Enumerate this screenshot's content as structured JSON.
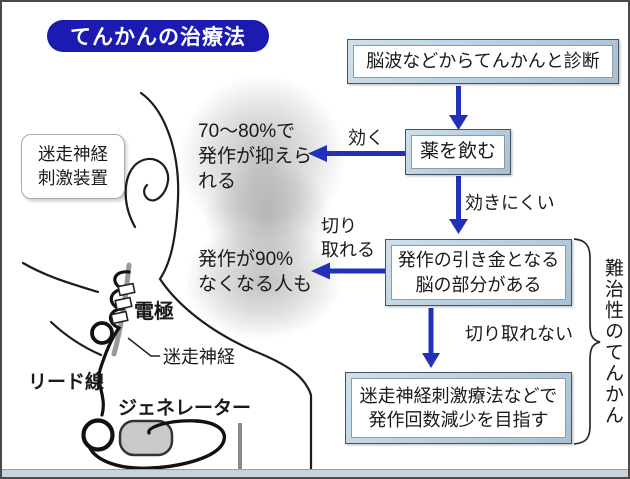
{
  "header": {
    "title": "てんかんの治療法"
  },
  "colors": {
    "title_bg": "#1b1bb2",
    "arrow_blue": "#2131b8",
    "box_frame": "#bcd2e2",
    "generator_fill": "#c9c9c9",
    "nerve_gray": "#999999"
  },
  "flowchart": {
    "box_diagnosis": "脳波などからてんかんと診断",
    "box_medicine": "薬を飲む",
    "box_trigger": {
      "line1": "発作の引き金となる",
      "line2": "脳の部分がある"
    },
    "box_vns": {
      "line1": "迷走神経刺激療法などで",
      "line2": "発作回数減少を目指す"
    },
    "label_works": "効く",
    "label_not_work": "効きにくい",
    "label_removable": {
      "line1": "切り",
      "line2": "取れる"
    },
    "label_not_removable": "切り取れない",
    "outcome_medicine": {
      "line1": "70～80%で",
      "line2": "発作が抑えら",
      "line3": "れる"
    },
    "outcome_surgery": {
      "line1": "発作が90%",
      "line2": "なくなる人も"
    },
    "bracket_label": "難治性のてんかん"
  },
  "illustration": {
    "device_label": {
      "line1": "迷走神経",
      "line2": "刺激装置"
    },
    "label_electrode": "電極",
    "label_nerve": "迷走神経",
    "label_lead": "リード線",
    "label_generator": "ジェネレーター"
  }
}
